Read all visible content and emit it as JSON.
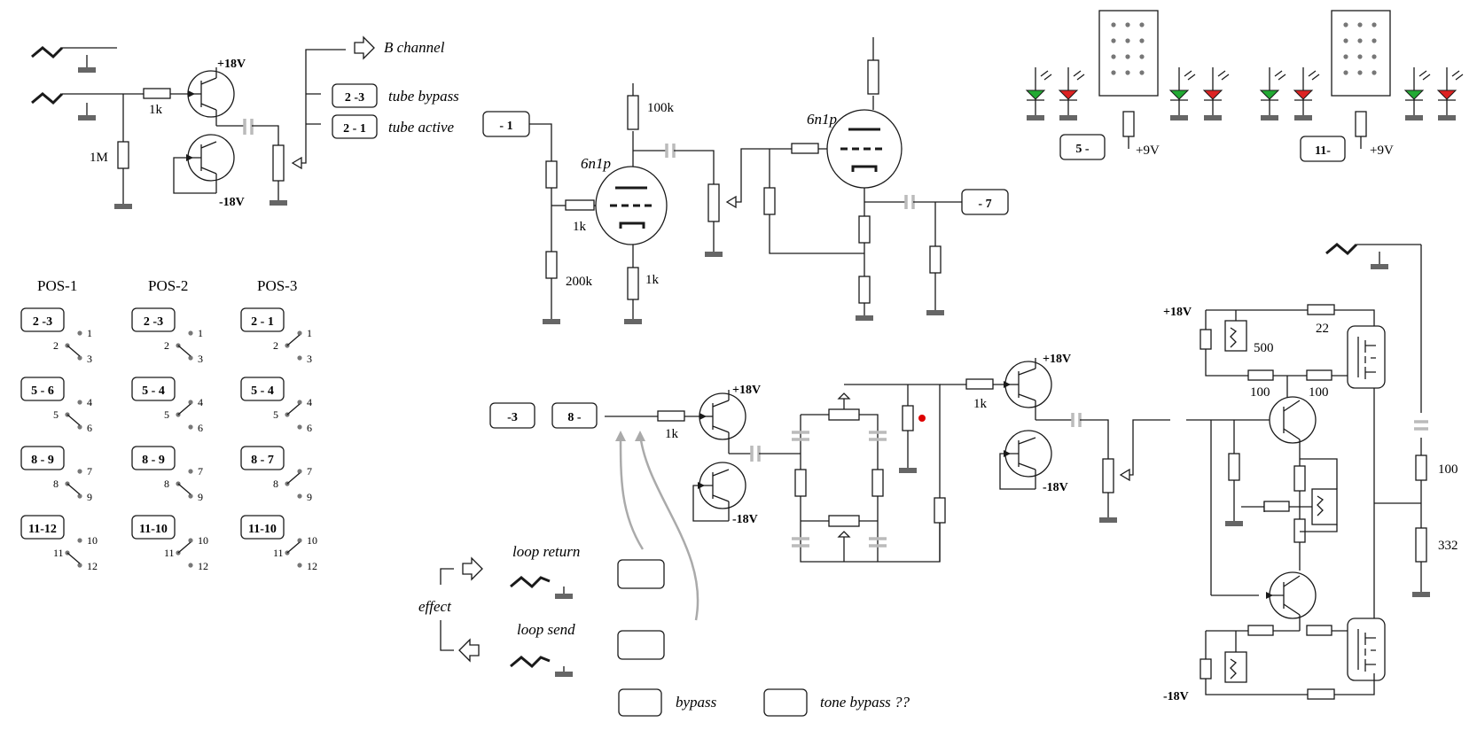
{
  "labels": {
    "b_channel": "B channel",
    "tube_bypass": "tube bypass",
    "tube_active": "tube active",
    "bypass": "bypass",
    "tone_bypass": "tone bypass ??",
    "loop_return": "loop return",
    "loop_send": "loop send",
    "effect": "effect",
    "tube1": "6n1p",
    "tube2": "6n1p"
  },
  "voltages": {
    "pos18": "+18V",
    "neg18": "-18V",
    "pos9": "+9V"
  },
  "components": {
    "r1k": "1k",
    "r1m": "1M",
    "r100k": "100k",
    "r200k": "200k",
    "r500": "500",
    "r22": "22",
    "r100": "100",
    "r332": "332"
  },
  "switch_boxes": {
    "sw23": "2 -3",
    "sw21": "2 - 1",
    "in1": "- 1",
    "out7": "- 7",
    "in3": "-3",
    "sw8": "8 -",
    "sw5": "5 -",
    "sw11": "11-"
  },
  "positions": [
    {
      "title": "POS-1",
      "groups": [
        "2 -3",
        "5 - 6",
        "8 - 9",
        "11-12"
      ]
    },
    {
      "title": "POS-2",
      "groups": [
        "2 -3",
        "5 - 4",
        "8 - 9",
        "11-10"
      ]
    },
    {
      "title": "POS-3",
      "groups": [
        "2 - 1",
        "5 - 4",
        "8 - 7",
        "11-10"
      ]
    }
  ],
  "switch_pins": [
    [
      "1",
      "2",
      "3"
    ],
    [
      "4",
      "5",
      "6"
    ],
    [
      "7",
      "8",
      "9"
    ],
    [
      "10",
      "11",
      "12"
    ]
  ],
  "colors": {
    "led_green": "#22aa33",
    "led_red": "#dd2222",
    "cap_gray": "#bbbbbb",
    "ground": "#666666",
    "marker_red": "#dd0000"
  }
}
